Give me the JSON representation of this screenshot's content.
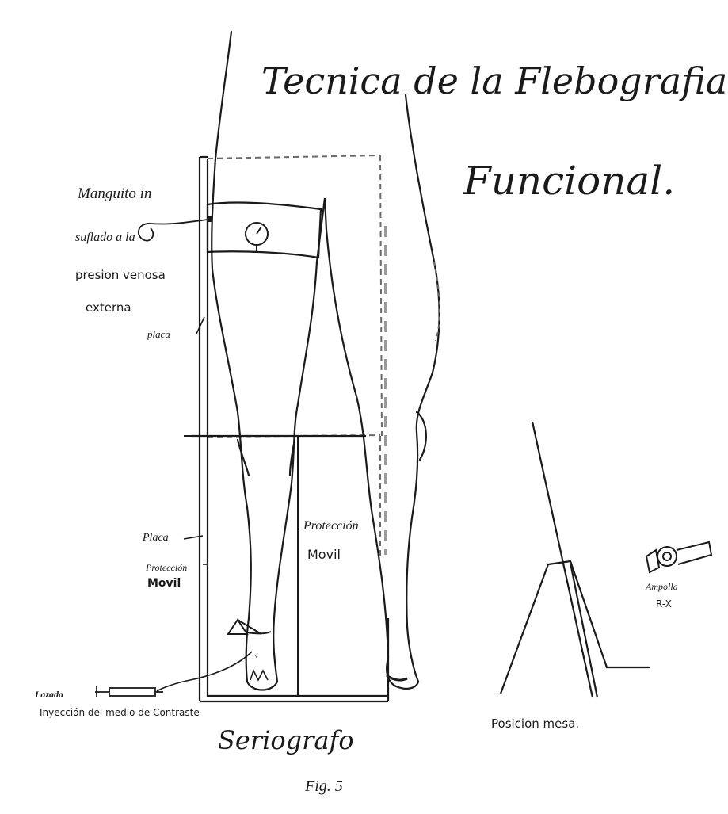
{
  "title": {
    "line1": "Tecnica de la Flebografia.",
    "line2": "Funcional."
  },
  "labels": {
    "manguito_l1": "Manguito in",
    "manguito_l2": "suflado a la",
    "manguito_l3": "presion venosa",
    "manguito_l4": "externa",
    "placa_upper": "placa",
    "placa_lower": "Placa",
    "proteccion_left_l1": "Protección",
    "proteccion_left_l2": "Movil",
    "proteccion_center_l1": "Protección",
    "proteccion_center_l2": "Movil",
    "lazada": "Lazada",
    "inyeccion": "Inyección del medio de Contraste",
    "seriografo": "Seriografo",
    "fig": "Fig. 5",
    "posicion_mesa": "Posicion mesa.",
    "ampolla_l1": "Ampolla",
    "ampolla_l2": "R-X"
  },
  "colors": {
    "ink": "#1a1a1a",
    "dash": "#6a6a6a",
    "paper": "#ffffff"
  }
}
